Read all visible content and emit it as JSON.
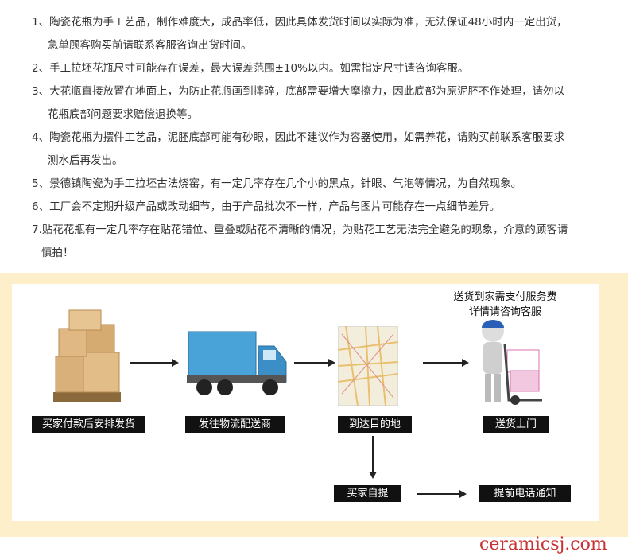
{
  "notes": [
    {
      "first": "1、陶瓷花瓶为手工艺品，制作难度大，成品率低，因此具体发货时间以实际为准，无法保证48小时内一定出货，",
      "cont": "急单顾客购买前请联系客服咨询出货时间。"
    },
    {
      "first": "2、手工拉坯花瓶尺寸可能存在误差，最大误差范围±10%以内。如需指定尺寸请咨询客服。"
    },
    {
      "first": "3、大花瓶直接放置在地面上，为防止花瓶画到摔碎，底部需要增大摩擦力，因此底部为原泥胚不作处理，请勿以",
      "cont": "花瓶底部问题要求赔偿退换等。"
    },
    {
      "first": "4、陶瓷花瓶为摆件工艺品，泥胚底部可能有砂眼，因此不建议作为容器使用，如需养花，请购买前联系客服要求",
      "cont": "测水后再发出。"
    },
    {
      "first": "5、景德镇陶瓷为手工拉坯古法烧窑，有一定几率存在几个小的黑点，针眼、气泡等情况，为自然现象。"
    },
    {
      "first": "6、工厂会不定期升级产品或改动细节，由于产品批次不一样，产品与图片可能存在一点细节差异。"
    },
    {
      "first": "7.贴花花瓶有一定几率存在贴花错位、重叠或贴花不清晰的情况，为贴花工艺无法完全避免的现象，介意的顾客请",
      "cont": "慎拍！"
    }
  ],
  "flow": {
    "service_note": [
      "送货到家需支付服务费",
      "详情请咨询客服"
    ],
    "steps": [
      "买家付款后安排发货",
      "发往物流配送商",
      "到达目的地",
      "送货上门"
    ],
    "pickup": "买家自提",
    "notify": "提前电话通知"
  },
  "watermark": "ceramicsj.com",
  "colors": {
    "band": "#fdefc9",
    "watermark": "#c83232"
  }
}
